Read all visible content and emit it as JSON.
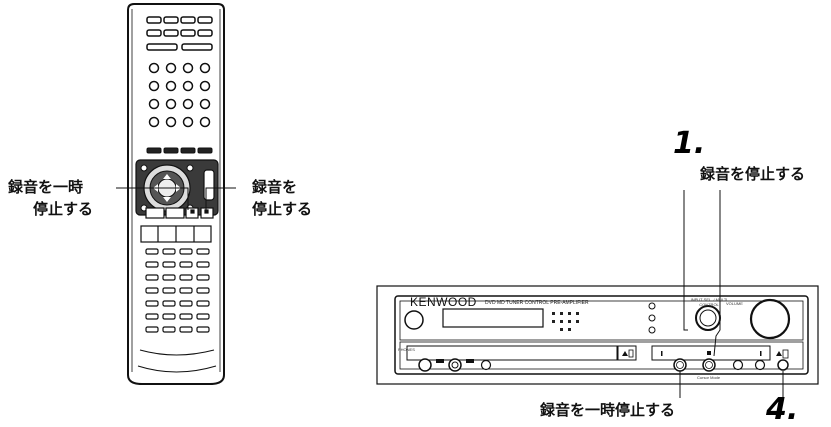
{
  "remote": {
    "left_callout": [
      "録音を一時",
      "停止する"
    ],
    "right_callout": [
      "録音を",
      "停止する"
    ]
  },
  "unit": {
    "brand": "KENWOOD",
    "model_text": "DVD MD TUNER CONTROL PRE-AMPLIFIER",
    "volume_label": "VOLUME",
    "input_sel_label": "INPUT SEL. / MULTI CONTROL",
    "phones_label": "PHONES",
    "cursor_mode_label": "Cursor Mode"
  },
  "callouts": {
    "step1": "1.",
    "stop_label": "録音を停止する",
    "pause_label": "録音を一時停止する",
    "step4": "4."
  }
}
